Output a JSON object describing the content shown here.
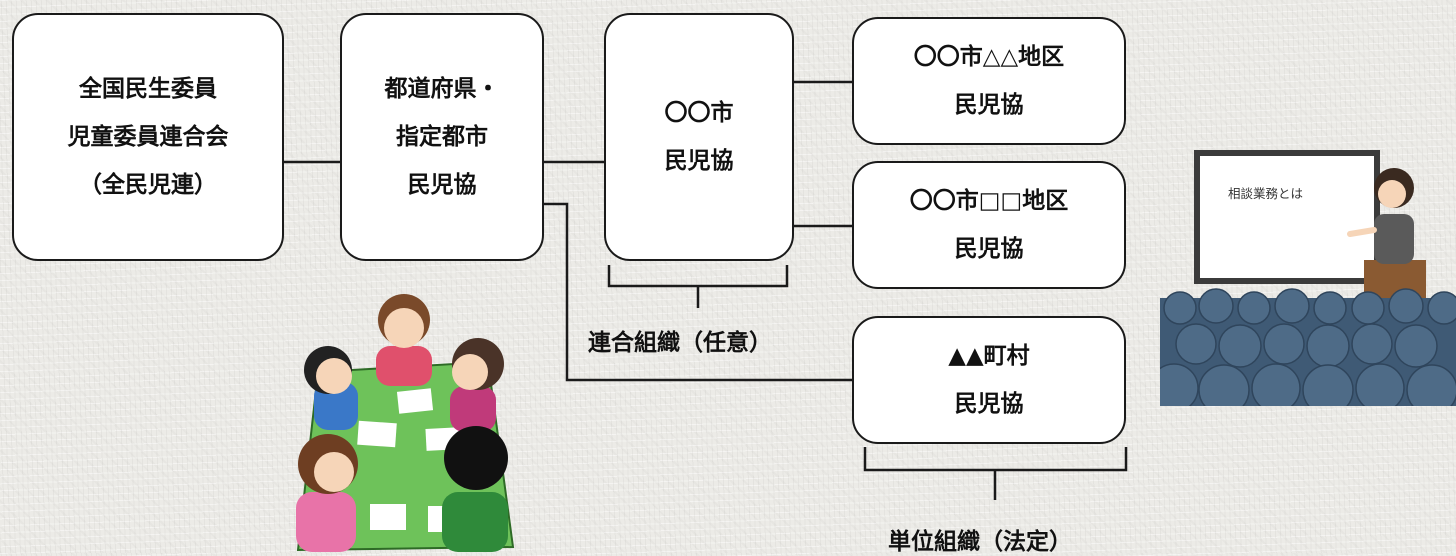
{
  "nodes": {
    "national": {
      "lines": [
        "全国民生委員",
        "児童委員連合会",
        "（全民児連）"
      ]
    },
    "prefecture": {
      "lines": [
        "都道府県・",
        "指定都市",
        "民児協"
      ]
    },
    "city": {
      "lines": [
        "〇〇市",
        "民児協"
      ]
    },
    "district_a": {
      "lines": [
        "〇〇市△△地区",
        "民児協"
      ]
    },
    "district_b": {
      "lines": [
        "〇〇市□□地区",
        "民児協"
      ]
    },
    "town": {
      "lines": [
        "▲▲町村",
        "民児協"
      ]
    }
  },
  "captions": {
    "federation": "連合組織（任意）",
    "unit": "単位組織（法定）"
  },
  "illustrations": {
    "presentation_board": "相談業務とは"
  },
  "colors": {
    "line": "#1a1a1a",
    "table_green": "#6ec25a",
    "board_frame": "#3b3b3b",
    "audience": "#3f5a75"
  }
}
